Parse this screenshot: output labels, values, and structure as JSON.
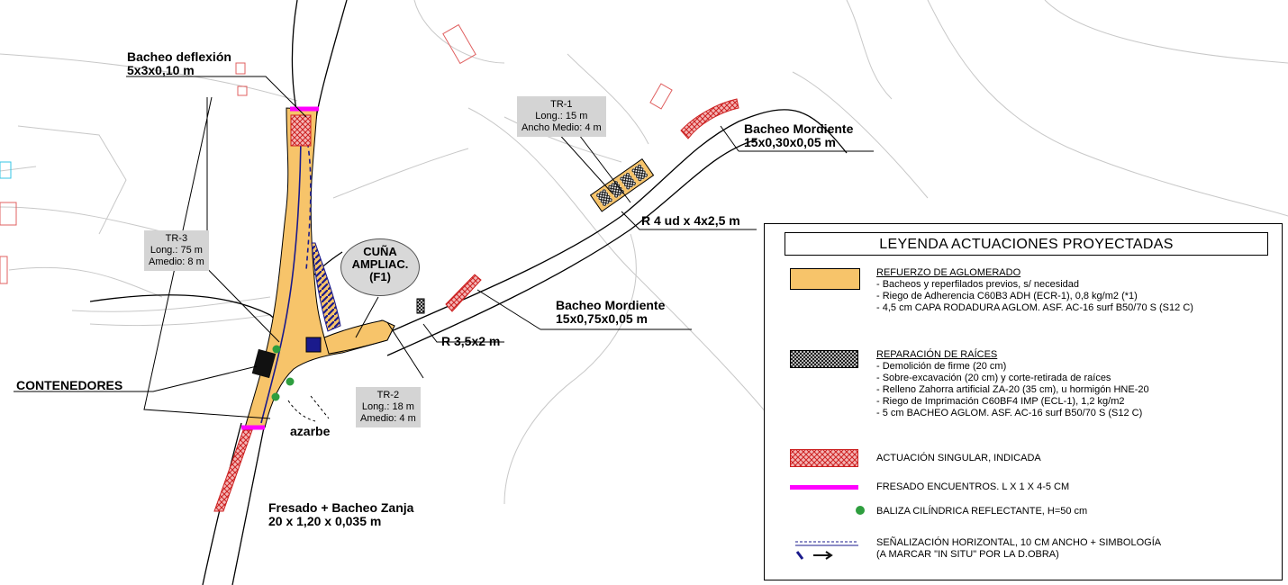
{
  "plan_labels": {
    "bacheo_deflexion": [
      "Bacheo deflexión",
      "5x3x0,10 m"
    ],
    "bacheo_mordiente_1": [
      "Bacheo Mordiente",
      "15x0,30x0,05 m"
    ],
    "bacheo_mordiente_2": [
      "Bacheo Mordiente",
      "15x0,75x0,05 m"
    ],
    "r4ud": "R 4 ud x 4x2,5 m",
    "r35": "R 3,5x2 m",
    "contenedores": "CONTENEDORES",
    "azarbe": "azarbe",
    "fresado": [
      "Fresado + Bacheo Zanja",
      "20 x 1,20 x 0,035 m"
    ],
    "cuna": [
      "CUÑA",
      "AMPLIAC.",
      "(F1)"
    ]
  },
  "tramos": {
    "tr1": [
      "TR-1",
      "Long.: 15 m",
      "Ancho Medio: 4 m"
    ],
    "tr2": [
      "TR-2",
      "Long.: 18 m",
      "Amedio: 4 m"
    ],
    "tr3": [
      "TR-3",
      "Long.: 75 m",
      "Amedio: 8 m"
    ]
  },
  "legend": {
    "title": "LEYENDA ACTUACIONES PROYECTADAS",
    "refuerzo": {
      "heading": "REFUERZO DE AGLOMERADO",
      "lines": [
        "- Bacheos y reperfilados previos, s/ necesidad",
        "- Riego de Adherencia C60B3 ADH (ECR-1), 0,8 kg/m2 (*1)",
        "- 4,5 cm CAPA RODADURA AGLOM. ASF. AC-16 surf B50/70 S (S12 C)"
      ]
    },
    "raices": {
      "heading": "REPARACIÓN DE RAÍCES",
      "lines": [
        "- Demolición de firme (20 cm)",
        "- Sobre-excavación (20 cm) y corte-retirada de raíces",
        "- Relleno Zahorra artificial ZA-20 (35 cm), u hormigón HNE-20",
        "- Riego de Imprimación C60BF4 IMP (ECL-1), 1,2 kg/m2",
        "- 5 cm BACHEO AGLOM. ASF. AC-16 surf B50/70 S (S12 C)"
      ]
    },
    "singular": "ACTUACIÓN SINGULAR, INDICADA",
    "fresado": "FRESADO ENCUENTROS. L X 1 X 4-5 CM",
    "baliza": "BALIZA CILÍNDRICA REFLECTANTE, H=50 cm",
    "senalizacion": [
      "SEÑALIZACIÓN HORIZONTAL, 10 CM ANCHO + SIMBOLOGÍA",
      "(A MARCAR \"IN SITU\" POR LA D.OBRA)"
    ]
  },
  "colors": {
    "refuerzo": "#f7c46a",
    "singular": "#e06060",
    "fresado": "#ff00ff",
    "baliza": "#2e9e3e",
    "marking": "#1a1a8c"
  }
}
